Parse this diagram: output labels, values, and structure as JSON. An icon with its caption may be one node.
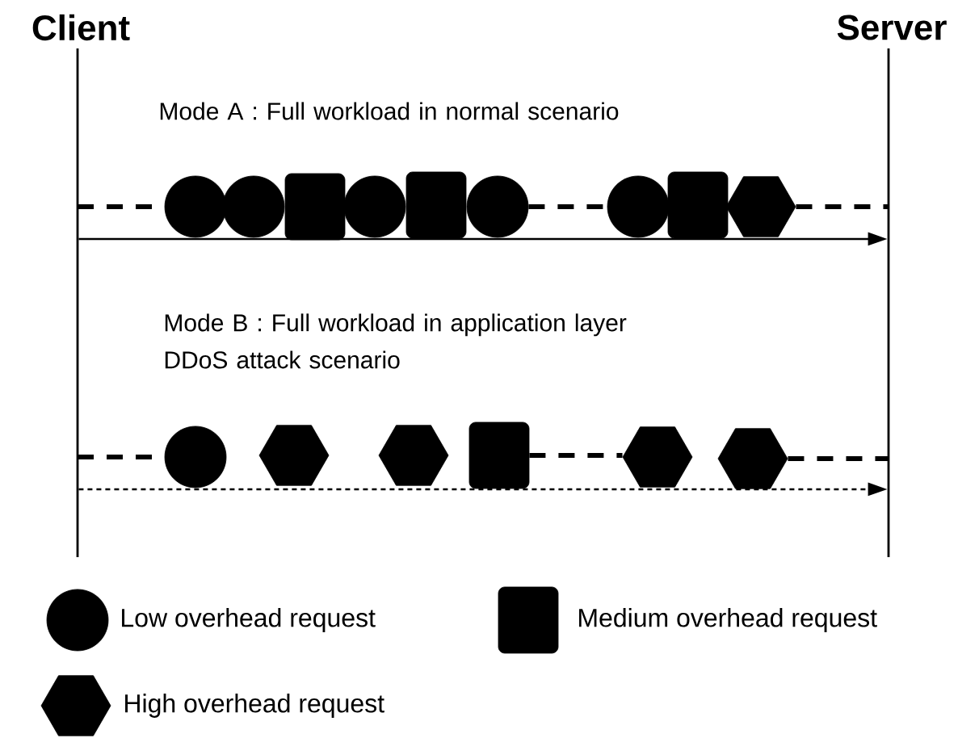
{
  "diagram": {
    "nodes": [
      {
        "text": [
          "Client"
        ]
      },
      {
        "text": [
          "Server"
        ]
      },
      {
        "text": [],
        "shape": "circle"
      },
      {
        "text": [],
        "shape": "circle"
      },
      {
        "text": [],
        "shape": "box"
      },
      {
        "text": [],
        "shape": "circle"
      },
      {
        "text": [],
        "shape": "box"
      },
      {
        "text": [],
        "shape": "circle"
      },
      {
        "text": [],
        "shape": "circle"
      },
      {
        "text": [],
        "shape": "box"
      },
      {
        "text": [],
        "shape": "hexagon"
      },
      {
        "text": [],
        "shape": "circle"
      },
      {
        "text": [],
        "shape": "hexagon"
      },
      {
        "text": [],
        "shape": "hexagon"
      },
      {
        "text": [],
        "shape": "box"
      },
      {
        "text": [],
        "shape": "hexagon"
      },
      {
        "text": [],
        "shape": "hexagon"
      }
    ],
    "edges": [
      {
        "from": 0,
        "to": 1,
        "arrow": "to"
      },
      {
        "from": 0,
        "to": 1,
        "arrow": "to",
        "style": "dashed"
      },
      {
        "from": 0,
        "to": 2,
        "arrow": "none",
        "style": "dashed"
      },
      {
        "from": 7,
        "to": 8,
        "arrow": "none",
        "style": "dashed"
      },
      {
        "from": 10,
        "to": 1,
        "arrow": "none",
        "style": "dashed"
      },
      {
        "from": 0,
        "to": 11,
        "arrow": "none",
        "style": "dashed"
      },
      {
        "from": 14,
        "to": 15,
        "arrow": "none",
        "style": "dashed"
      },
      {
        "from": 16,
        "to": 1,
        "arrow": "none",
        "style": "dashed"
      }
    ],
    "labels": [
      "Mode A : Full workload in normal scenario",
      "Mode B : Full workload in application layer DDoS attack scenario"
    ],
    "legend": [
      {
        "text": "Low overhead request"
      },
      {
        "text": "Medium overhead request"
      },
      {
        "text": "High overhead request"
      }
    ]
  }
}
